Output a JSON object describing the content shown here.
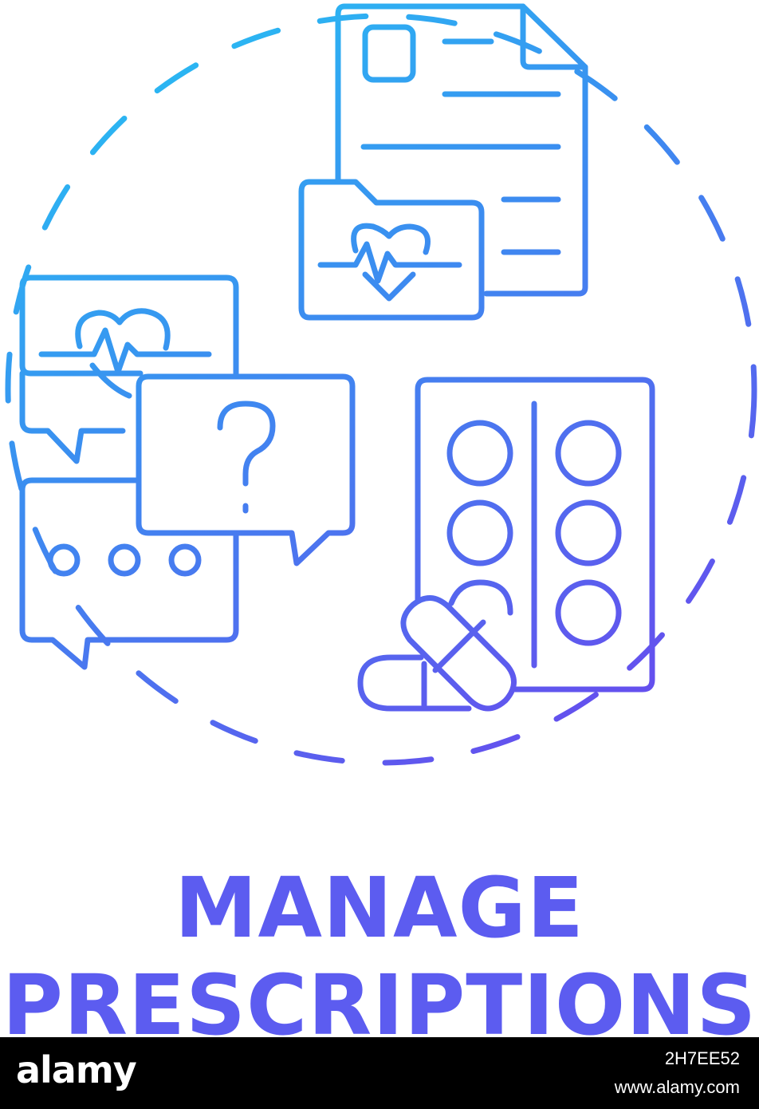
{
  "title": {
    "line1": "MANAGE",
    "line2": "PRESCRIPTIONS"
  },
  "colors": {
    "gradient_start": "#22ccf4",
    "gradient_mid": "#3a8ff0",
    "gradient_end": "#6450ee",
    "title": "#5c5cf0",
    "footer_bg": "#000000",
    "footer_text": "#ffffff"
  },
  "icons": [
    "dashed-circle-icon",
    "medical-document-icon",
    "heart-folder-icon",
    "heart-chat-bubble-icon",
    "question-chat-bubble-icon",
    "ellipsis-chat-bubble-icon",
    "pill-blister-pack-icon",
    "capsule-icon",
    "pill-icon"
  ],
  "footer": {
    "brand": "alamy",
    "image_id": "2H7EE52",
    "site": "www.alamy.com"
  }
}
